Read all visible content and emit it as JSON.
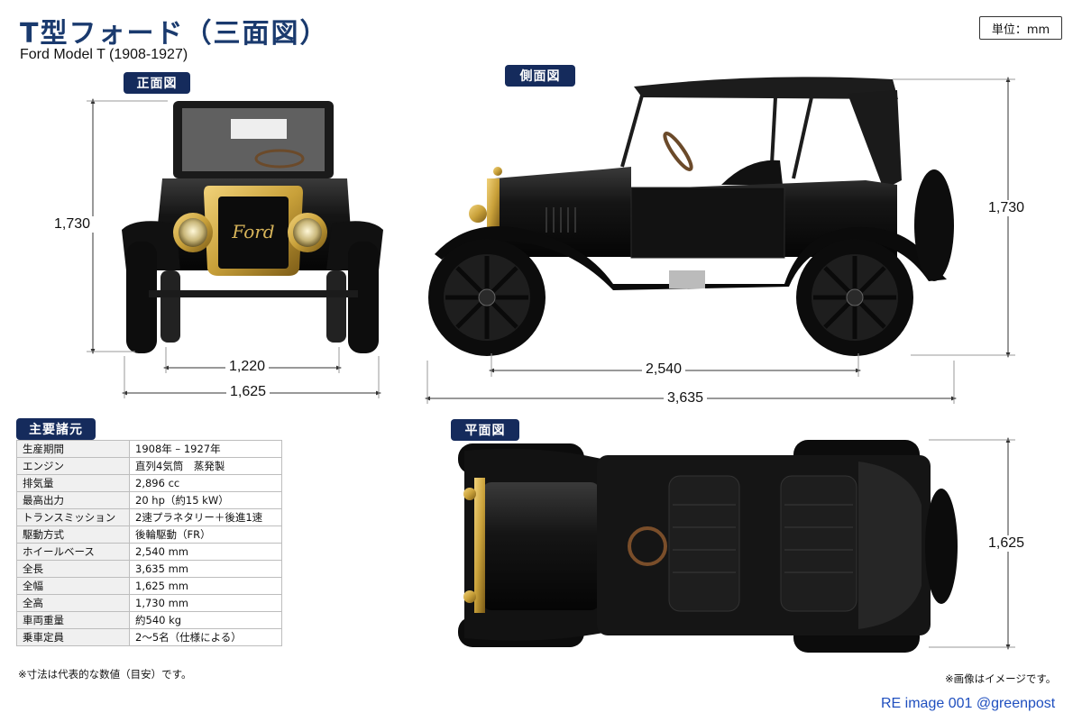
{
  "header": {
    "title": "T型フォード（三面図）",
    "subtitle": "Ford Model T (1908-1927)",
    "unit": "単位：mm"
  },
  "views": {
    "front": {
      "label": "正面図",
      "height": "1,730",
      "track": "1,220",
      "width": "1,625",
      "grille_badge": "Ford"
    },
    "side": {
      "label": "側面図",
      "height": "1,730",
      "wheelbase": "2,540",
      "length": "3,635"
    },
    "top": {
      "label": "平面図",
      "width": "1,625"
    }
  },
  "specs": {
    "title": "主要諸元",
    "rows": [
      {
        "key": "生産期間",
        "value": "1908年 – 1927年"
      },
      {
        "key": "エンジン",
        "value": "直列4気筒　蒸発製"
      },
      {
        "key": "排気量",
        "value": "2,896 cc"
      },
      {
        "key": "最高出力",
        "value": "20 hp（約15 kW）"
      },
      {
        "key": "トランスミッション",
        "value": "2速プラネタリー＋後進1速"
      },
      {
        "key": "駆動方式",
        "value": "後輪駆動（FR）"
      },
      {
        "key": "ホイールベース",
        "value": "2,540 mm"
      },
      {
        "key": "全長",
        "value": "3,635 mm"
      },
      {
        "key": "全幅",
        "value": "1,625 mm"
      },
      {
        "key": "全高",
        "value": "1,730 mm"
      },
      {
        "key": "車両重量",
        "value": "約540 kg"
      },
      {
        "key": "乗車定員",
        "value": "2〜5名（仕様による）"
      }
    ]
  },
  "notes": {
    "dimensions": "※寸法は代表的な数値（目安）です。",
    "image": "※画像はイメージです。"
  },
  "credit": "RE image 001 @greenpost",
  "colors": {
    "navy": "#152b5c",
    "title": "#1a3a6e",
    "brass": "#c9a13a",
    "body": "#111111",
    "credit": "#1f4fbf"
  }
}
